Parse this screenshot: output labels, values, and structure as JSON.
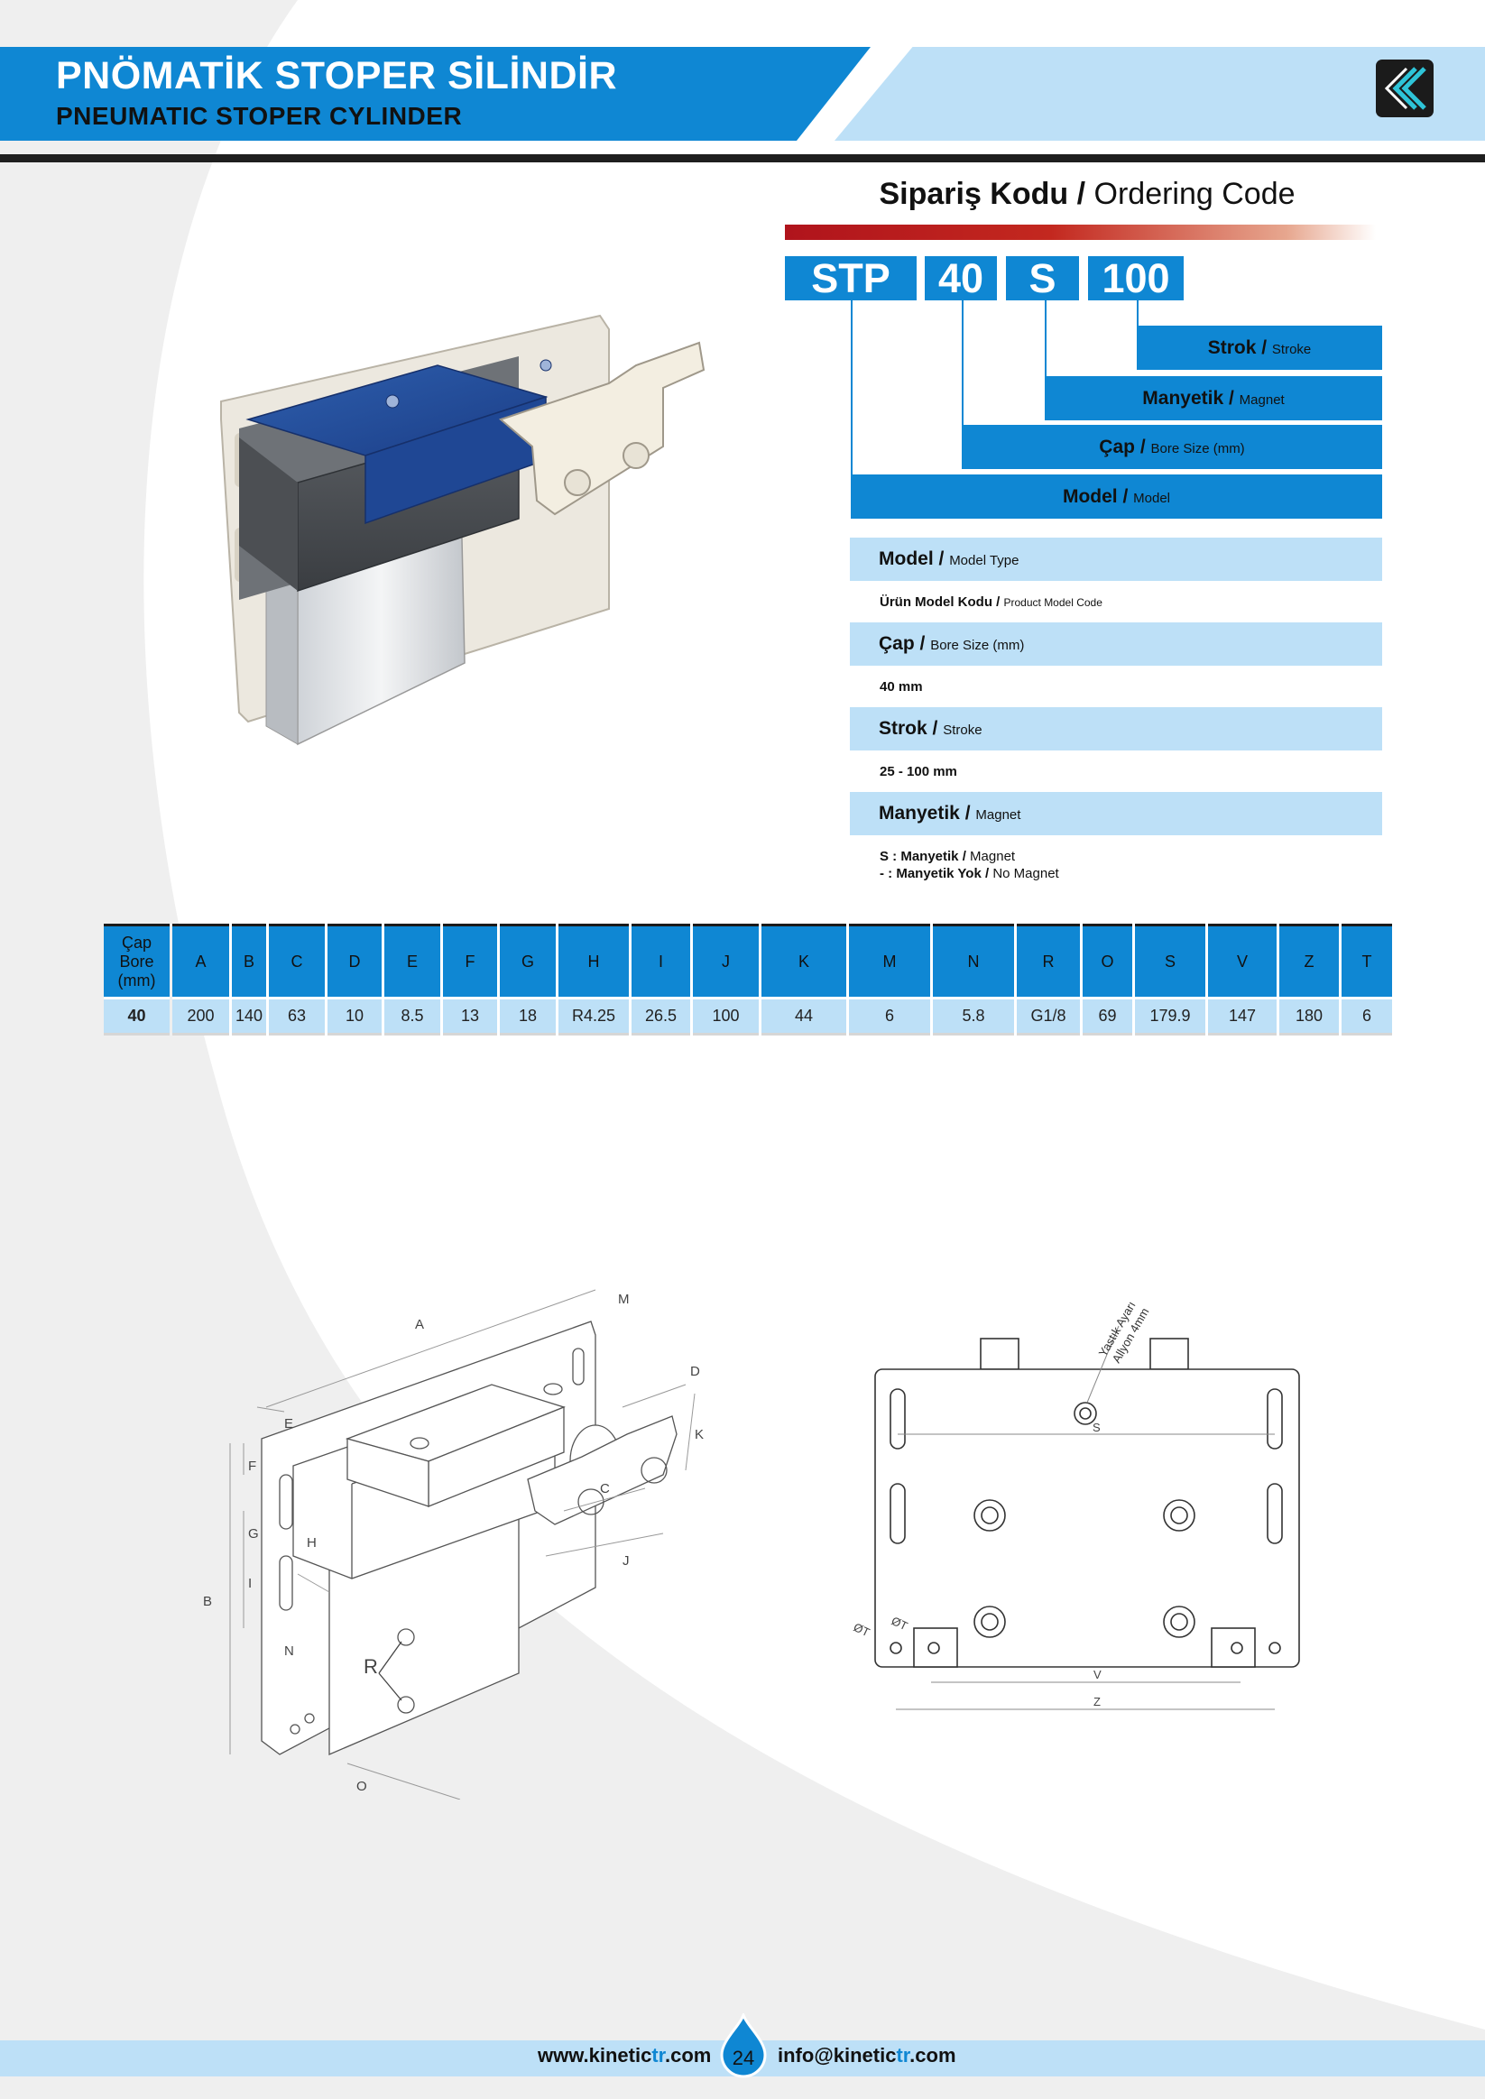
{
  "header": {
    "title_tr": "PNÖMATİK STOPER SİLİNDİR",
    "title_en": "PNEUMATIC STOPER CYLINDER"
  },
  "colors": {
    "brand_blue": "#0f87d3",
    "light_blue": "#bde0f7",
    "accent_red": "#b0141c"
  },
  "ordering": {
    "title_tr": "Sipariş Kodu",
    "title_sep": " / ",
    "title_en": "Ordering Code",
    "codes": [
      "STP",
      "40",
      "S",
      "100"
    ],
    "stairs": [
      {
        "tr": "Strok",
        "en": "Stroke"
      },
      {
        "tr": "Manyetik",
        "en": "Magnet"
      },
      {
        "tr": "Çap",
        "en": "Bore Size (mm)"
      },
      {
        "tr": "Model",
        "en": "Model"
      }
    ],
    "sep": " / ",
    "legend": [
      {
        "tr": "Model",
        "en": "Model Type",
        "value_tr": "Ürün Model Kodu",
        "value_en": "Product Model Code"
      },
      {
        "tr": "Çap",
        "en": "Bore Size (mm)",
        "value": "40 mm"
      },
      {
        "tr": "Strok",
        "en": "Stroke",
        "value": "25 - 100 mm"
      },
      {
        "tr": "Manyetik",
        "en": "Magnet",
        "value_line1_key": "S : Manyetik",
        "value_line1_en": "Magnet",
        "value_line2_key": "-  : Manyetik Yok",
        "value_line2_en": "No Magnet"
      }
    ]
  },
  "table": {
    "bore_header": [
      "Çap",
      "Bore",
      "(mm)"
    ],
    "columns": [
      "A",
      "B",
      "C",
      "D",
      "E",
      "F",
      "G",
      "H",
      "I",
      "J",
      "K",
      "M",
      "N",
      "R",
      "O",
      "S",
      "V",
      "Z",
      "T"
    ],
    "row": {
      "bore": "40",
      "values": [
        "200",
        "140",
        "63",
        "10",
        "8.5",
        "13",
        "18",
        "R4.25",
        "26.5",
        "100",
        "44",
        "6",
        "5.8",
        "G1/8",
        "69",
        "179.9",
        "147",
        "180",
        "6"
      ]
    }
  },
  "drawing": {
    "iso_labels": [
      "A",
      "M",
      "B",
      "C",
      "D",
      "E",
      "F",
      "G",
      "H",
      "I",
      "J",
      "K",
      "N",
      "O",
      "R"
    ],
    "top_labels": {
      "s": "S",
      "v": "V",
      "z": "Z",
      "t1": "ØT",
      "t2": "ØT",
      "note1": "Yastık Ayarı",
      "note2": "Allyon 4mm"
    }
  },
  "footer": {
    "web_a": "www.kinetic",
    "web_b": "tr",
    "web_c": ".com",
    "page": "24",
    "mail_a": "info@kinetic",
    "mail_b": "tr",
    "mail_c": ".com"
  }
}
